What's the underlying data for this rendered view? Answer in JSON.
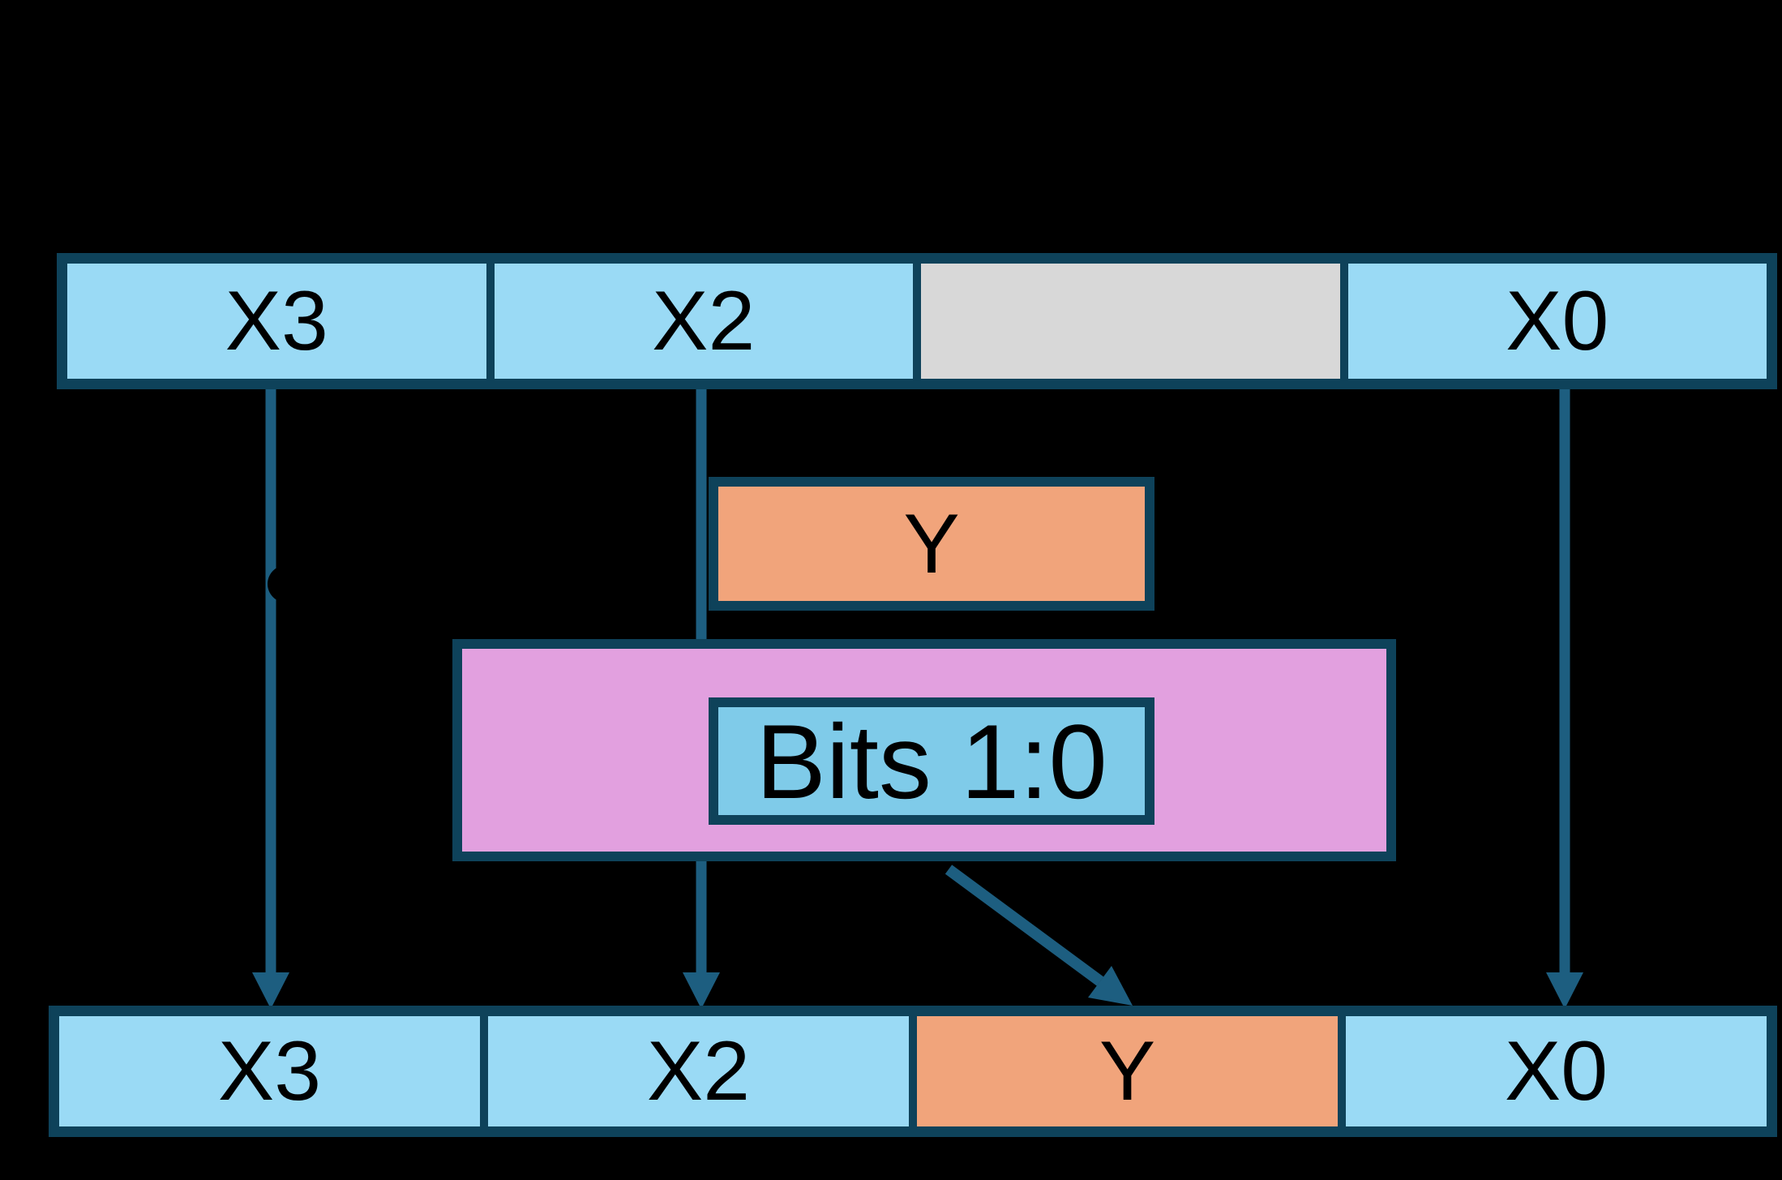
{
  "registers": {
    "top": {
      "segments": [
        {
          "label": "X3",
          "fill": "light-blue"
        },
        {
          "label": "X2",
          "fill": "light-blue"
        },
        {
          "label": "",
          "fill": "gray"
        },
        {
          "label": "X0",
          "fill": "light-blue"
        }
      ]
    },
    "bottom": {
      "segments": [
        {
          "label": "X3",
          "fill": "light-blue"
        },
        {
          "label": "X2",
          "fill": "light-blue"
        },
        {
          "label": "Y",
          "fill": "orange"
        },
        {
          "label": "X0",
          "fill": "light-blue"
        }
      ]
    }
  },
  "boxes": {
    "insert_value": {
      "label": "Y",
      "fill": "orange"
    },
    "mask": {
      "label": "",
      "fill": "pink"
    },
    "bits": {
      "label": "Bits 1:0",
      "fill": "blue"
    }
  },
  "arrows": [
    {
      "name": "x3-passthrough-arrow",
      "from": "top-x3",
      "to": "bottom-x3"
    },
    {
      "name": "x2-passthrough-arrow",
      "from": "top-x2",
      "to": "bottom-x2"
    },
    {
      "name": "bits-insert-arrow",
      "from": "mask-box",
      "to": "bottom-y"
    },
    {
      "name": "x0-passthrough-arrow",
      "from": "top-x0",
      "to": "bottom-x0"
    }
  ],
  "colors": {
    "background": "#000000",
    "register_blue": "#9ADAF5",
    "bits_blue": "#7FCBE9",
    "gray_segment": "#D8D8D8",
    "orange": "#F1A47B",
    "pink": "#E2A0DF",
    "border_teal": "#0E425A",
    "arrow_teal": "#1D5E80",
    "label_text": "#000000"
  }
}
